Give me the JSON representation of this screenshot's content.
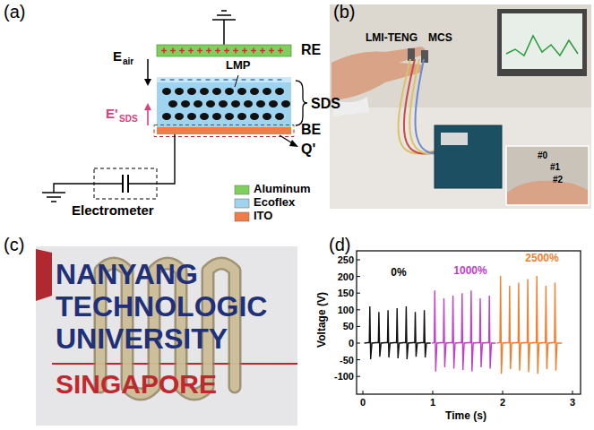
{
  "diagram": {
    "labels": [
      "(a)",
      "RE",
      "LMP",
      "SDS",
      "BE",
      "Q'",
      "Electrometer",
      "E",
      "air",
      "E'",
      "SDS",
      "(b)",
      "LMI-TENG",
      "MCS",
      "#0",
      "#1",
      "#2",
      "(c)",
      "NANYANG",
      "TECHNOLOGIC",
      "UNIVERSITY",
      "SINGAPORE",
      "(d)",
      "0%",
      "1000%",
      "2500%",
      "Voltage (V)",
      "Time (s)",
      "250",
      "200",
      "150",
      "100",
      "50",
      "0",
      "-50",
      "-100",
      "0",
      "1",
      "2",
      "3"
    ],
    "legend": [
      {
        "text": "Aluminum",
        "color": "#7fcf5c"
      },
      {
        "text": "Ecoflex",
        "color": "#9fd4f0"
      },
      {
        "text": "ITO",
        "color": "#f07c48"
      }
    ]
  }
}
